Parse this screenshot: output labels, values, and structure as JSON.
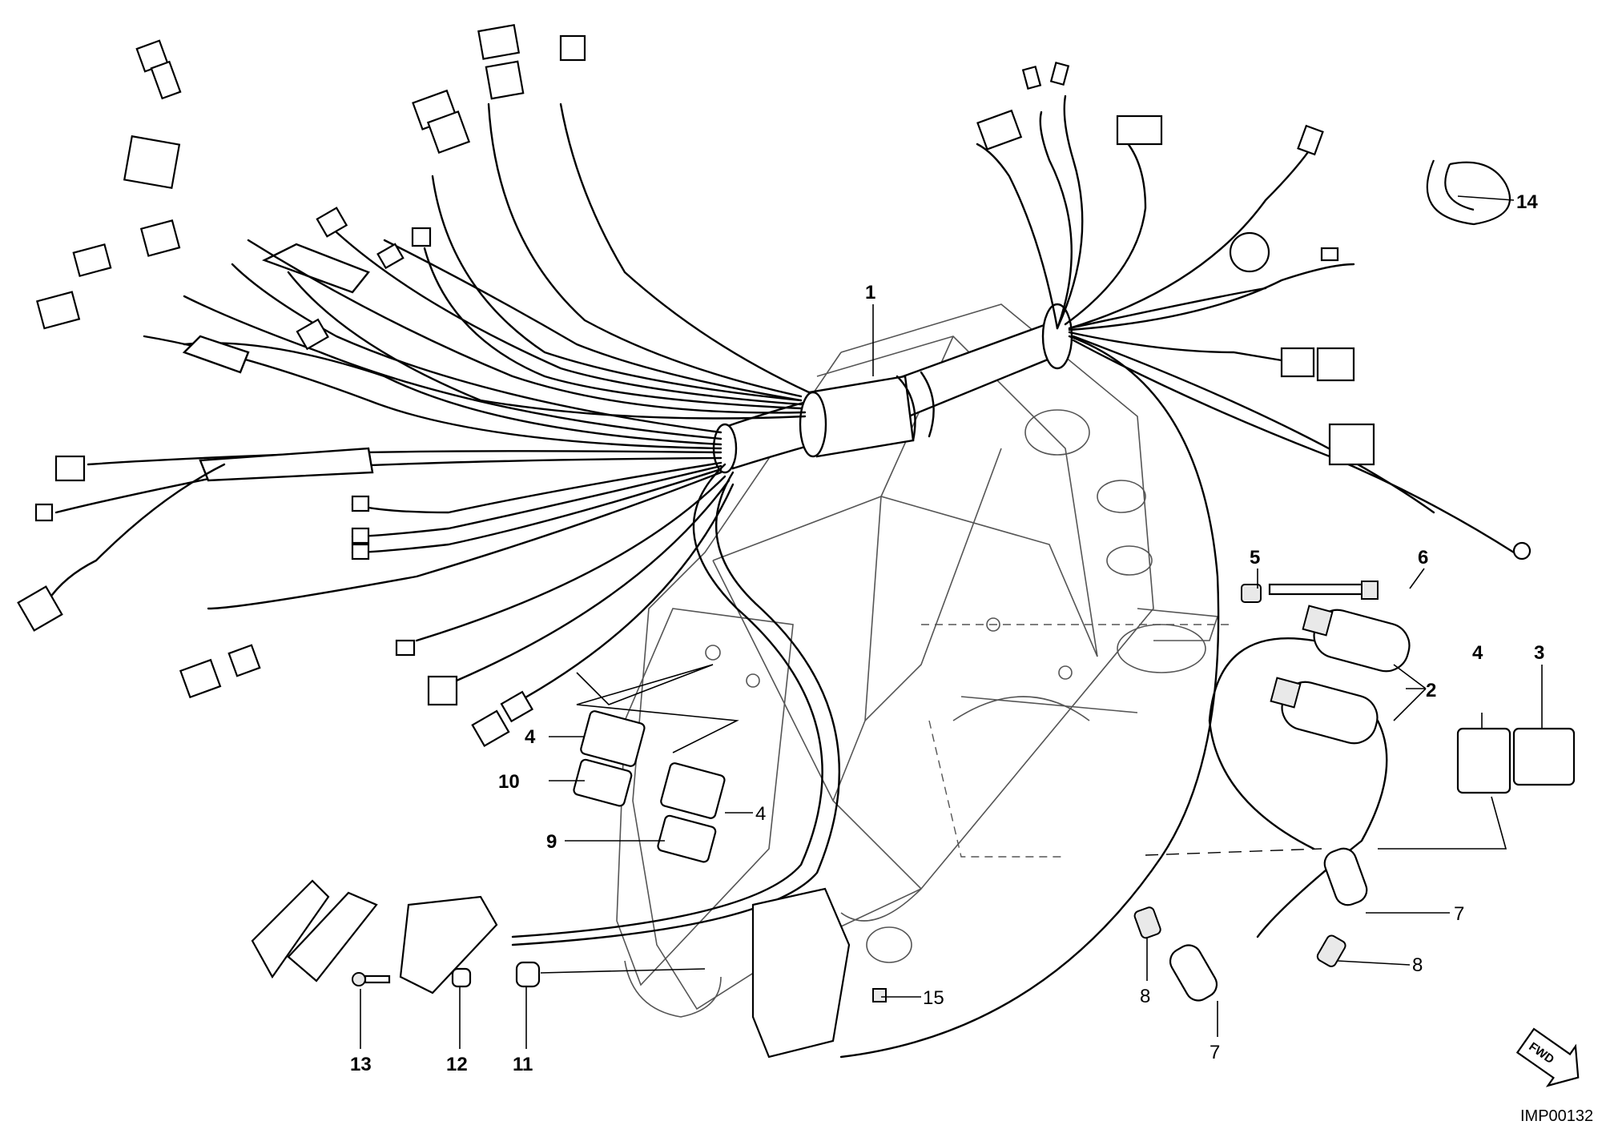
{
  "diagram": {
    "drawing_code": "IMP00132",
    "direction_arrow": {
      "text": "FWD",
      "icon": "forward-arrow-icon"
    },
    "callouts": [
      {
        "id": "1",
        "text": "1",
        "weight": "bold"
      },
      {
        "id": "2",
        "text": "2",
        "weight": "bold"
      },
      {
        "id": "3",
        "text": "3",
        "weight": "bold"
      },
      {
        "id": "4a",
        "text": "4",
        "weight": "bold"
      },
      {
        "id": "4b",
        "text": "4",
        "weight": "bold"
      },
      {
        "id": "4c",
        "text": "4",
        "weight": "normal"
      },
      {
        "id": "5",
        "text": "5",
        "weight": "bold"
      },
      {
        "id": "6",
        "text": "6",
        "weight": "bold"
      },
      {
        "id": "7a",
        "text": "7",
        "weight": "normal"
      },
      {
        "id": "7b",
        "text": "7",
        "weight": "normal"
      },
      {
        "id": "8a",
        "text": "8",
        "weight": "normal"
      },
      {
        "id": "8b",
        "text": "8",
        "weight": "normal"
      },
      {
        "id": "9",
        "text": "9",
        "weight": "bold"
      },
      {
        "id": "10",
        "text": "10",
        "weight": "bold"
      },
      {
        "id": "11",
        "text": "11",
        "weight": "bold"
      },
      {
        "id": "12",
        "text": "12",
        "weight": "bold"
      },
      {
        "id": "13",
        "text": "13",
        "weight": "bold"
      },
      {
        "id": "14",
        "text": "14",
        "weight": "bold"
      },
      {
        "id": "15",
        "text": "15",
        "weight": "normal"
      }
    ]
  }
}
